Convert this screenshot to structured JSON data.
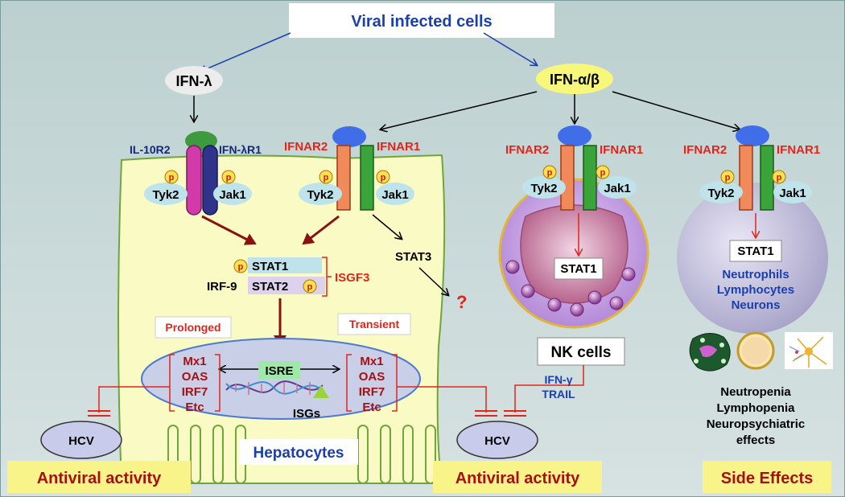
{
  "title": "Viral infected cells",
  "ligands": {
    "ifn_lambda": "IFN-λ",
    "ifn_ab": "IFN-α/β"
  },
  "receptors": {
    "il10r2": "IL-10R2",
    "ifnlr1": "IFN-λR1",
    "ifnar2": "IFNAR2",
    "ifnar1": "IFNAR1"
  },
  "kinases": {
    "tyk2": "Tyk2",
    "jak1": "Jak1",
    "p": "p"
  },
  "signaling": {
    "stat1": "STAT1",
    "stat2": "STAT2",
    "irf9": "IRF-9",
    "isgf3": "ISGF3",
    "stat3": "STAT3",
    "question": "?"
  },
  "nucleus": {
    "prolonged": "Prolonged",
    "transient": "Transient",
    "isre": "ISRE",
    "isgs": "ISGs",
    "genes": [
      "Mx1",
      "OAS",
      "IRF7",
      "Etc"
    ]
  },
  "cells": {
    "hepatocytes": "Hepatocytes",
    "nk": "NK cells"
  },
  "nk_outputs": [
    "IFN-γ",
    "TRAIL"
  ],
  "hcv": "HCV",
  "other_cells": [
    "Neutrophils",
    "Lymphocytes",
    "Neurons"
  ],
  "side_effect_list": [
    "Neutropenia",
    "Lymphopenia",
    "Neuropsychiatric",
    "effects"
  ],
  "footer": {
    "antiviral_left": "Antiviral activity",
    "antiviral_right": "Antiviral activity",
    "side_effects": "Side Effects"
  },
  "colors": {
    "red": "#e0261c",
    "darkred": "#a80f12",
    "blue": "#1a3fb0",
    "navy": "#142a78",
    "cell": "#fafbc4",
    "nkcell": "#c9a7e8"
  }
}
